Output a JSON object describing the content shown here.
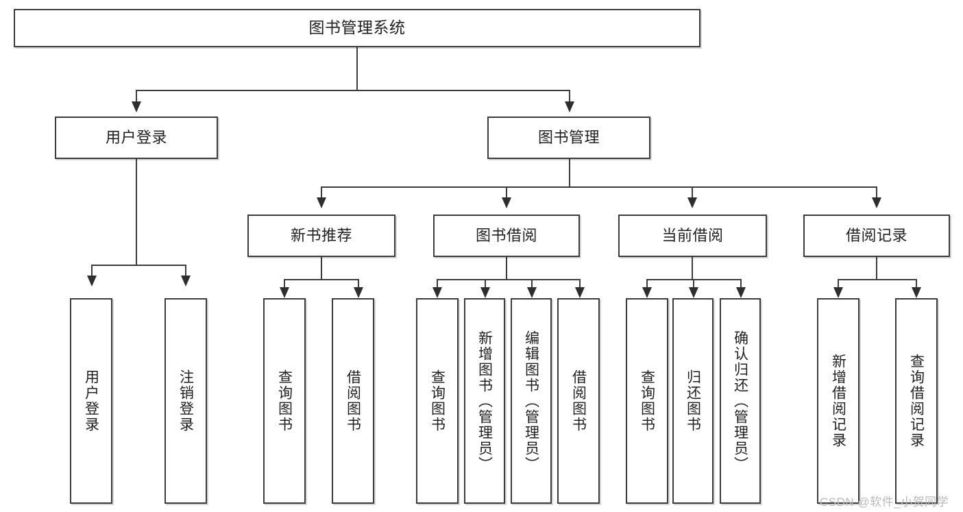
{
  "diagram": {
    "title": "图书管理系统",
    "type": "hierarchy-tree",
    "root": {
      "id": "root",
      "label": "图书管理系统"
    },
    "level2": [
      {
        "id": "user-login",
        "label": "用户登录"
      },
      {
        "id": "book-management",
        "label": "图书管理"
      }
    ],
    "level3": [
      {
        "id": "new-book-recommend",
        "label": "新书推荐"
      },
      {
        "id": "book-borrow",
        "label": "图书借阅"
      },
      {
        "id": "current-borrow",
        "label": "当前借阅"
      },
      {
        "id": "borrow-record",
        "label": "借阅记录"
      }
    ],
    "leaves": {
      "user_login": [
        {
          "id": "leaf-user-login",
          "label": "用户登录"
        },
        {
          "id": "leaf-logout-login",
          "label": "注销登录"
        }
      ],
      "new_book_recommend": [
        {
          "id": "leaf-query-book-1",
          "label": "查询图书"
        },
        {
          "id": "leaf-borrow-book-1",
          "label": "借阅图书"
        }
      ],
      "book_borrow": [
        {
          "id": "leaf-query-book-2",
          "label": "查询图书"
        },
        {
          "id": "leaf-add-book",
          "label": "新增图书（管理员）"
        },
        {
          "id": "leaf-edit-book",
          "label": "编辑图书（管理员）"
        },
        {
          "id": "leaf-borrow-book-2",
          "label": "借阅图书"
        }
      ],
      "current_borrow": [
        {
          "id": "leaf-query-book-3",
          "label": "查询图书"
        },
        {
          "id": "leaf-return-book",
          "label": "归还图书"
        },
        {
          "id": "leaf-confirm-return",
          "label": "确认归还（管理员）"
        }
      ],
      "borrow_record": [
        {
          "id": "leaf-add-record",
          "label": "新增借阅记录"
        },
        {
          "id": "leaf-query-record",
          "label": "查询借阅记录"
        }
      ]
    }
  },
  "watermark": {
    "text": "CSDN @软件_小贺同学"
  },
  "colors": {
    "stroke": "#3b3b3b",
    "background": "#ffffff",
    "text": "#1f1f1f",
    "watermark": "#b9b9b9"
  }
}
